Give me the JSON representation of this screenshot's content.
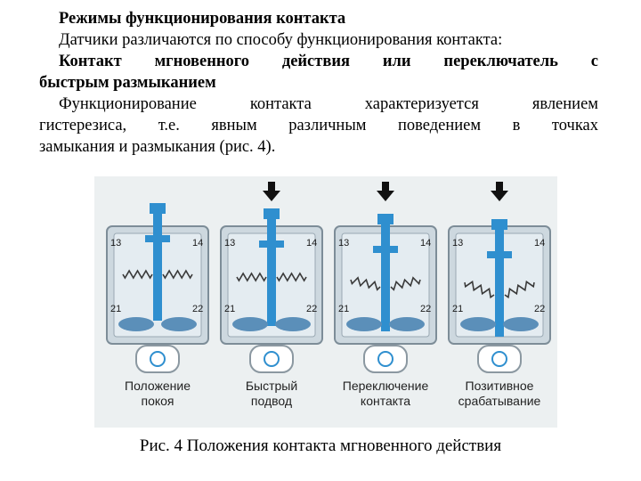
{
  "heading": "Режимы функционирования контакта",
  "para1": "Датчики различаются по способу функционирования контакта:",
  "subheading_line1": "Контакт мгновенного действия или переключатель с",
  "subheading_line2": "быстрым размыканием",
  "para2_line1": "Функционирование контакта характеризуется явлением",
  "para2_line2": "гистерезиса, т.е. явным различным поведением в точках",
  "para2_line3": "замыкания и размыкания (рис. 4).",
  "figure": {
    "terminals": {
      "t13": "13",
      "t14": "14",
      "t21": "21",
      "t22": "22"
    },
    "panels": [
      {
        "line1": "Положение",
        "line2": "покоя",
        "arrow": false
      },
      {
        "line1": "Быстрый",
        "line2": "подвод",
        "arrow": true
      },
      {
        "line1": "Переключение",
        "line2": "контакта",
        "arrow": true
      },
      {
        "line1": "Позитивное",
        "line2": "срабатывание",
        "arrow": true
      }
    ],
    "colors": {
      "body": "#cdd8df",
      "actuator": "#2f8fcf",
      "arrow": "#111111",
      "spring": "#3a3a3a",
      "contact": "#5b8fb9"
    }
  },
  "caption": "Рис. 4 Положения контакта мгновенного действия"
}
